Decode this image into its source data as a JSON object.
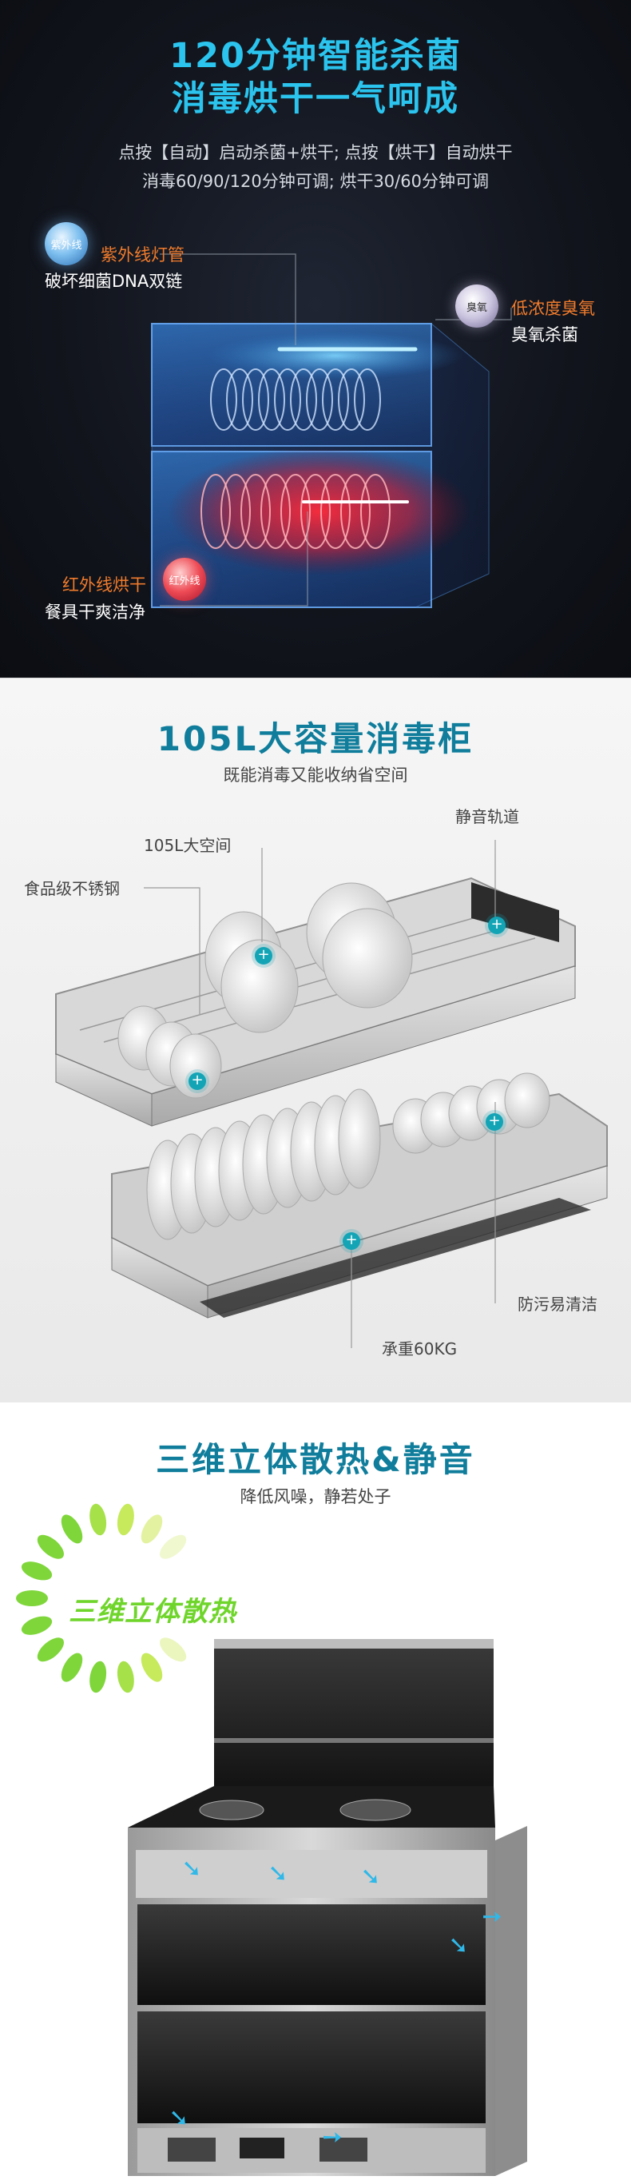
{
  "section1": {
    "title_line1": "120分钟智能杀菌",
    "title_line2": "消毒烘干一气呵成",
    "desc_line1": "点按【自动】启动杀菌+烘干; 点按【烘干】自动烘干",
    "desc_line2": "消毒60/90/120分钟可调; 烘干30/60分钟可调",
    "uv": {
      "badge": "紫外线",
      "title": "紫外线灯管",
      "desc": "破坏细菌DNA双链"
    },
    "ozone": {
      "badge": "臭氧",
      "title": "低浓度臭氧",
      "desc": "臭氧杀菌"
    },
    "infrared": {
      "badge": "红外线",
      "title": "红外线烘干",
      "desc": "餐具干爽洁净"
    }
  },
  "section2": {
    "title": "105L大容量消毒柜",
    "subtitle": "既能消毒又能收纳省空间",
    "labels": {
      "space": "105L大空间",
      "steel": "食品级不锈钢",
      "rail": "静音轨道",
      "load": "承重60KG",
      "clean": "防污易清洁"
    }
  },
  "section3": {
    "title": "三维立体散热&静音",
    "subtitle": "降低风噪，静若处子",
    "fan_text": "三维立体散热"
  },
  "colors": {
    "accent_cyan": "#2bc4ee",
    "accent_teal": "#0f7d9b",
    "callout_orange": "#f07b2c",
    "hotspot": "#13a4b6",
    "fan_green": "#6fd52b"
  }
}
